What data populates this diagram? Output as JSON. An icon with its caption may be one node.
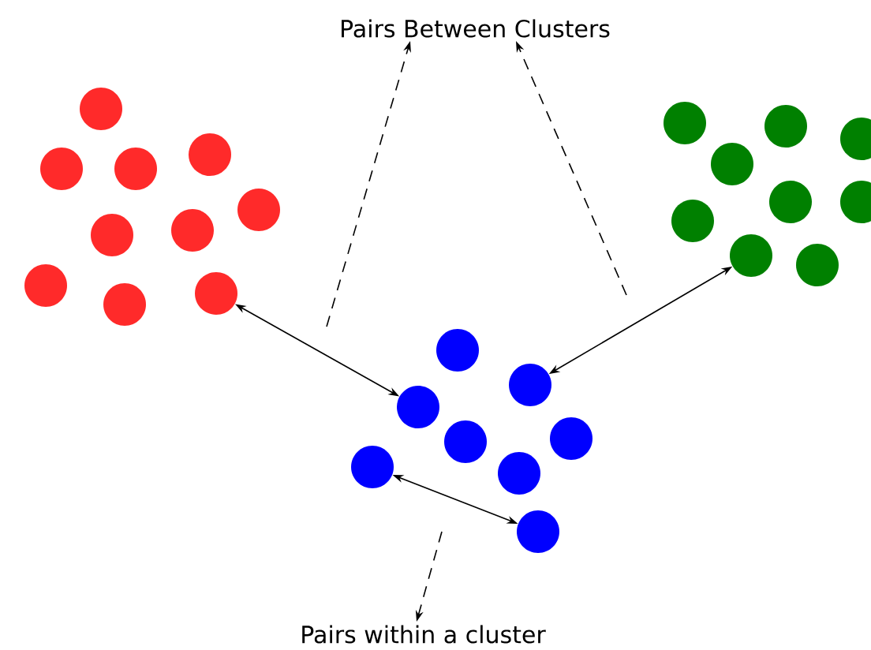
{
  "diagram": {
    "nodes": [
      {
        "text": [
          "Pairs Between Clusters"
        ]
      },
      {
        "text": [],
        "shape": "circle"
      },
      {
        "text": [],
        "shape": "circle"
      },
      {
        "text": [],
        "shape": "circle"
      },
      {
        "text": [],
        "shape": "circle"
      },
      {
        "text": [],
        "shape": "circle"
      },
      {
        "text": [],
        "shape": "circle"
      },
      {
        "text": [],
        "shape": "circle"
      },
      {
        "text": [],
        "shape": "circle"
      },
      {
        "text": [],
        "shape": "circle"
      },
      {
        "text": [],
        "shape": "circle"
      },
      {
        "text": [],
        "shape": "circle"
      },
      {
        "text": [],
        "shape": "circle"
      },
      {
        "text": [],
        "shape": "circle"
      },
      {
        "text": [],
        "shape": "circle"
      },
      {
        "text": [],
        "shape": "circle"
      },
      {
        "text": [],
        "shape": "circle"
      },
      {
        "text": [],
        "shape": "circle"
      },
      {
        "text": [],
        "shape": "circle"
      },
      {
        "text": [],
        "shape": "circle"
      },
      {
        "text": [],
        "shape": "circle"
      },
      {
        "text": [],
        "shape": "circle"
      },
      {
        "text": [],
        "shape": "circle"
      },
      {
        "text": [],
        "shape": "circle"
      },
      {
        "text": [],
        "shape": "circle"
      },
      {
        "text": [],
        "shape": "circle"
      },
      {
        "text": [],
        "shape": "circle"
      },
      {
        "text": [],
        "shape": "circle"
      },
      {
        "text": [
          "Pairs within a cluster"
        ]
      }
    ],
    "edges": [
      {
        "from": 10,
        "to": 22,
        "arrow": "both"
      },
      {
        "from": 21,
        "to": 18,
        "arrow": "both"
      },
      {
        "from": 25,
        "to": 27,
        "arrow": "both"
      },
      {
        "from": null,
        "to": 0,
        "arrow": "to",
        "style": "dashed"
      },
      {
        "from": null,
        "to": 0,
        "arrow": "to",
        "style": "dashed"
      },
      {
        "from": null,
        "to": 28,
        "arrow": "to",
        "style": "dashed"
      }
    ]
  }
}
